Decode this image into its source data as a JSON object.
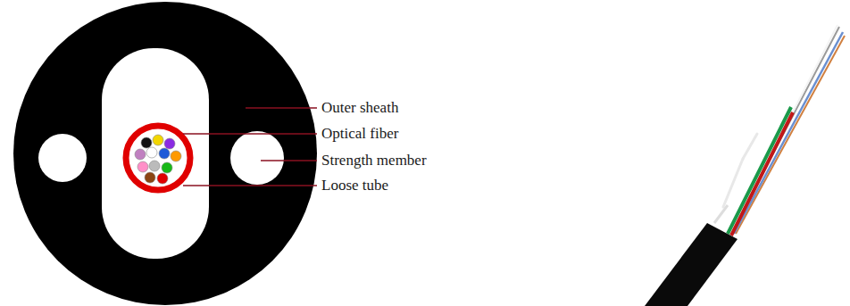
{
  "diagram": {
    "labels": [
      "Outer sheath",
      "Optical fiber",
      "Strength member",
      "Loose tube"
    ]
  }
}
